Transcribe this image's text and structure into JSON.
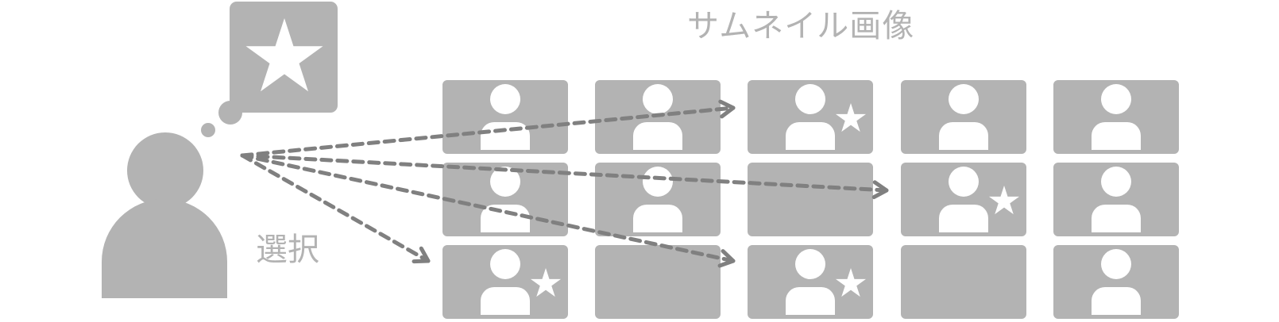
{
  "labels": {
    "title": "サムネイル画像",
    "select": "選択"
  },
  "colors": {
    "shape": "#b3b3b3",
    "inner": "#ffffff",
    "arrow": "#808080"
  },
  "grid": {
    "rows": 3,
    "cols": 5,
    "cells": [
      {
        "row": 1,
        "col": 1,
        "person": true,
        "star": false
      },
      {
        "row": 1,
        "col": 2,
        "person": true,
        "star": false
      },
      {
        "row": 1,
        "col": 3,
        "person": true,
        "star": true
      },
      {
        "row": 1,
        "col": 4,
        "person": true,
        "star": false
      },
      {
        "row": 1,
        "col": 5,
        "person": true,
        "star": false
      },
      {
        "row": 2,
        "col": 1,
        "person": true,
        "star": false
      },
      {
        "row": 2,
        "col": 2,
        "person": true,
        "star": false
      },
      {
        "row": 2,
        "col": 3,
        "person": false,
        "star": false
      },
      {
        "row": 2,
        "col": 4,
        "person": true,
        "star": true
      },
      {
        "row": 2,
        "col": 5,
        "person": true,
        "star": false
      },
      {
        "row": 3,
        "col": 1,
        "person": true,
        "star": true
      },
      {
        "row": 3,
        "col": 2,
        "person": false,
        "star": false
      },
      {
        "row": 3,
        "col": 3,
        "person": true,
        "star": true
      },
      {
        "row": 3,
        "col": 4,
        "person": false,
        "star": false
      },
      {
        "row": 3,
        "col": 5,
        "person": true,
        "star": false
      }
    ]
  },
  "arrows": [
    {
      "to_row": 1,
      "to_col": 3
    },
    {
      "to_row": 2,
      "to_col": 4
    },
    {
      "to_row": 3,
      "to_col": 1
    },
    {
      "to_row": 3,
      "to_col": 3
    }
  ],
  "icons": [
    "user-icon",
    "thought-bubble-icon",
    "star-icon"
  ]
}
